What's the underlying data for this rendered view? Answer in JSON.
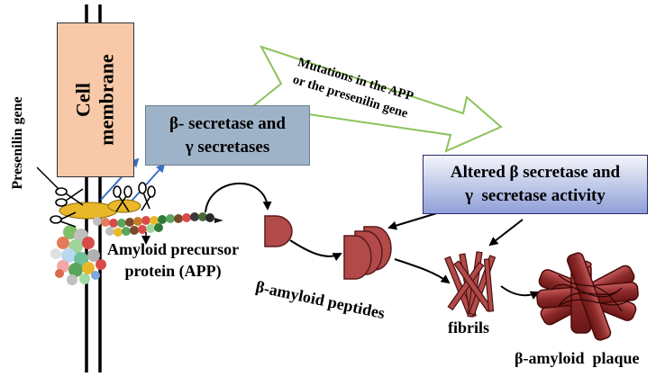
{
  "membrane": {
    "label_line1": "Cell",
    "label_line2": "membrane"
  },
  "presenilin_gene": {
    "label": "Presenilin gene"
  },
  "secretase_box": {
    "line1": "β- secretase and",
    "line2": "γ secretases"
  },
  "mutation_arrow": {
    "line1": "Mutations in the APP",
    "line2": "or the presenilin gene"
  },
  "altered_box": {
    "line1": "Altered β secretase and",
    "line2": "γ  secretase activity"
  },
  "app": {
    "line1": "Amyloid precursor",
    "line2": "protein (APP)"
  },
  "peptides": {
    "label": "β-amyloid peptides"
  },
  "fibrils": {
    "label": "fibrils"
  },
  "plaque": {
    "label": "β-amyloid  plaque"
  },
  "colors": {
    "membrane_box": "#f8c9a8",
    "secretase_box": "#9fb3c8",
    "altered_box_top": "#f4f6fb",
    "altered_box_bottom": "#8f9fd8",
    "arrow_outline": "#8cc35a",
    "amyloid": "#b24a4a",
    "amyloid_dark": "#7a1f1f",
    "blue_arrow": "#3a6fc4",
    "protein_gold": "#e8b82a"
  }
}
